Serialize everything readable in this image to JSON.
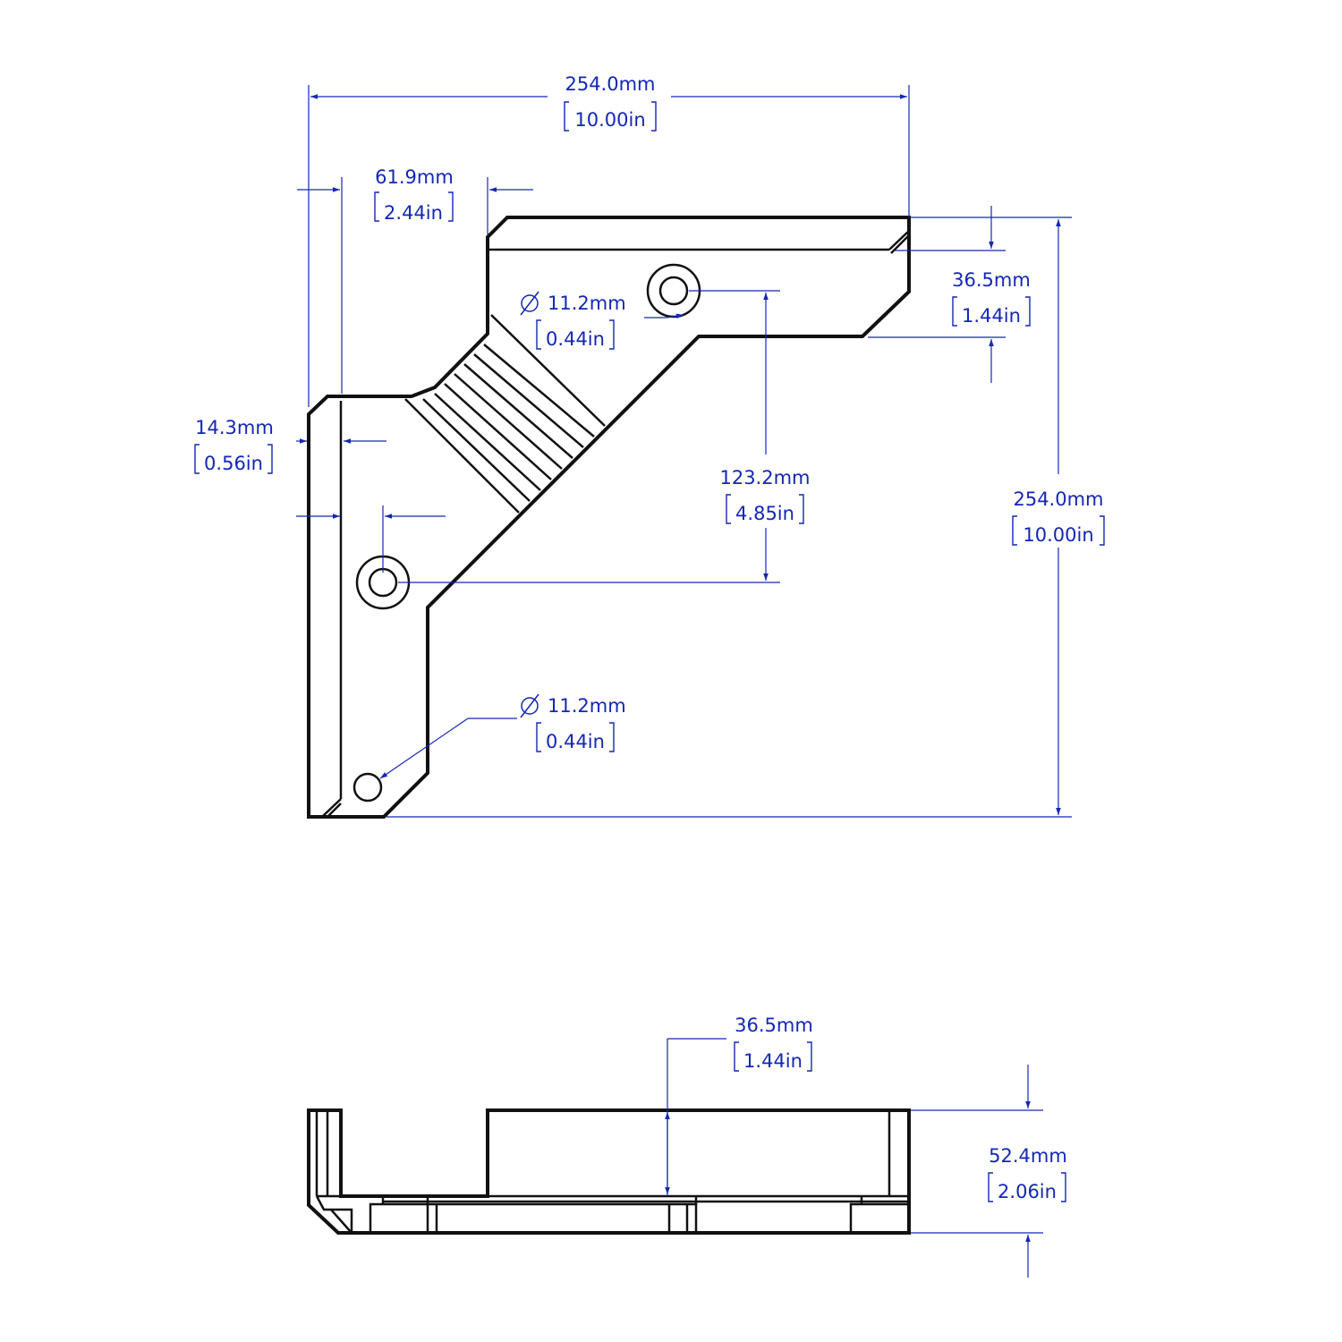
{
  "colors": {
    "dimension": "#1427b4",
    "outline": "#111111",
    "background": "#ffffff"
  },
  "dimensions": {
    "overall_width": {
      "mm": "254.0mm",
      "inch": "10.00in"
    },
    "flange_offset": {
      "mm": "61.9mm",
      "inch": "2.44in"
    },
    "top_arm_height": {
      "mm": "36.5mm",
      "inch": "1.44in"
    },
    "hole_diameter_upper": {
      "symbol": "∅",
      "mm": "11.2mm",
      "inch": "0.44in"
    },
    "left_flange_thickness": {
      "mm": "14.3mm",
      "inch": "0.56in"
    },
    "hole_spacing": {
      "mm": "123.2mm",
      "inch": "4.85in"
    },
    "overall_height": {
      "mm": "254.0mm",
      "inch": "10.00in"
    },
    "hole_diameter_lower": {
      "symbol": "∅",
      "mm": "11.2mm",
      "inch": "0.44in"
    },
    "side_arm_depth": {
      "mm": "36.5mm",
      "inch": "1.44in"
    },
    "side_total_height": {
      "mm": "52.4mm",
      "inch": "2.06in"
    }
  }
}
